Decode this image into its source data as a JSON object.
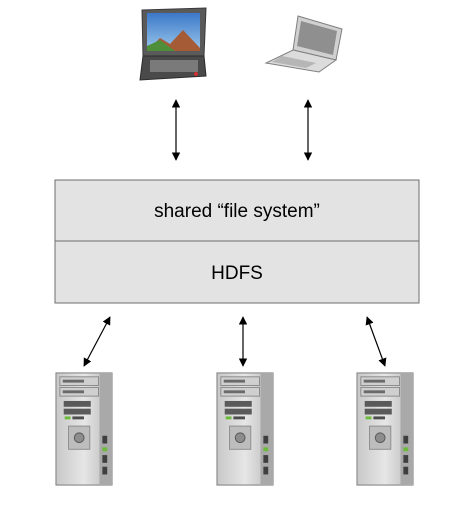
{
  "diagram": {
    "layers": [
      {
        "label": "shared “file system”"
      },
      {
        "label": "HDFS"
      }
    ],
    "clients": [
      {
        "icon": "laptop-icon",
        "screen": "landscape-wallpaper"
      },
      {
        "icon": "laptop-icon",
        "screen": "blank"
      }
    ],
    "servers": [
      {
        "icon": "server-tower-icon"
      },
      {
        "icon": "server-tower-icon"
      },
      {
        "icon": "server-tower-icon"
      }
    ],
    "colors": {
      "layer_fill": "#e3e3e3",
      "layer_border": "#6e6e6e",
      "connector": "#000000",
      "server_body": "#d4d4d4"
    }
  }
}
